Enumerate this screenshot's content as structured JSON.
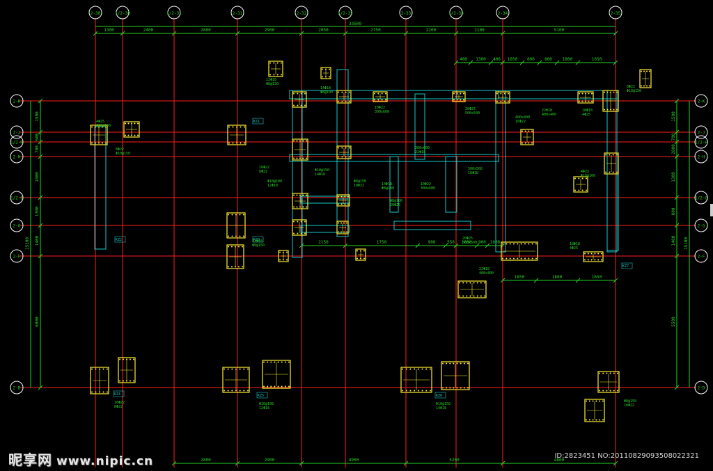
{
  "axes_vertical": [
    "2-30",
    "1/2-30",
    "1/2-31",
    "2-31",
    "2-32",
    "1/2-32",
    "2-33",
    "1/2-33",
    "2-34",
    "2-35"
  ],
  "axes_horizontal": [
    "2-K",
    "2-J",
    "1/2-H",
    "2-H",
    "1/2-G",
    "2-G",
    "2-F",
    "2-D"
  ],
  "top_total": "33500",
  "top_dims": [
    "1300",
    "2400",
    "2800",
    "2900",
    "2050",
    "2750",
    "2200",
    "2100",
    "5100"
  ],
  "bottom_dims": [
    "2800",
    "2900",
    "4900",
    "5200",
    "4800"
  ],
  "left_dims": [
    "1500",
    "600",
    "700",
    "1800",
    "1300",
    "1400",
    "6000"
  ],
  "left_total": "15100",
  "right_dims": [
    "1500",
    "700",
    "2800",
    "1300",
    "800",
    "1400",
    "5500"
  ],
  "right_total": "15100",
  "upper_dims": [
    "400",
    "1300",
    "400",
    "1850",
    "600",
    "800",
    "1800",
    "1650"
  ],
  "lower_dims": [
    "1850",
    "1800",
    "1650"
  ],
  "mid_dims": [
    "2150",
    "1750",
    "900",
    "550",
    "1000",
    "900",
    "1000"
  ],
  "column_tags": [
    "KZ1",
    "KZ2",
    "KZ3",
    "KZ4",
    "KZ5",
    "KZ6",
    "KZ7"
  ],
  "rebar_notes": [
    "4Φ25",
    "8Φ22",
    "12Φ18",
    "14Φ18",
    "10Φ22",
    "20Φ25",
    "22Φ18",
    "18Φ18",
    "16Φ22",
    "Φ10@100",
    "Φ10@150",
    "Φ8@150",
    "Φ8@100",
    "300x600",
    "500x500",
    "400x400"
  ],
  "watermark": {
    "brand_cn": "昵享网",
    "brand_url": "www.nipic.cn",
    "id_text": "ID:2823451 NO:20110829093508022321"
  },
  "colors": {
    "axis_line": "#ff1e1e",
    "dimension": "#25d425",
    "bubble": "#ffffff",
    "wall": "#19c9c9",
    "column": "#ffee33",
    "text_yellow": "#ffee33"
  }
}
